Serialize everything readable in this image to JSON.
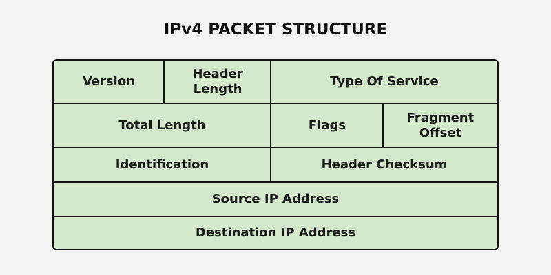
{
  "title": "IPv4 PACKET STRUCTURE",
  "fields": {
    "version": "Version",
    "header_length": "Header Length",
    "type_of_service": "Type Of Service",
    "total_length": "Total Length",
    "flags": "Flags",
    "fragment_offset": "Fragment Offset",
    "identification": "Identification",
    "header_checksum": "Header Checksum",
    "source_ip": "Source IP Address",
    "destination_ip": "Destination IP Address"
  },
  "colors": {
    "fill": "#d4e8cc",
    "border": "#111111",
    "background": "#f3f3f3"
  }
}
